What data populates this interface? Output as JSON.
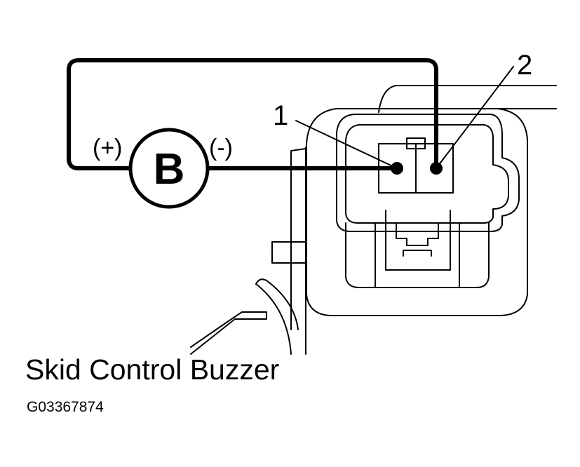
{
  "pins": {
    "pin1": "1",
    "pin2": "2"
  },
  "battery": {
    "letter": "B",
    "positive": "(+)",
    "negative": "(-)"
  },
  "caption": "Skid Control Buzzer",
  "figure_code": "G03367874"
}
